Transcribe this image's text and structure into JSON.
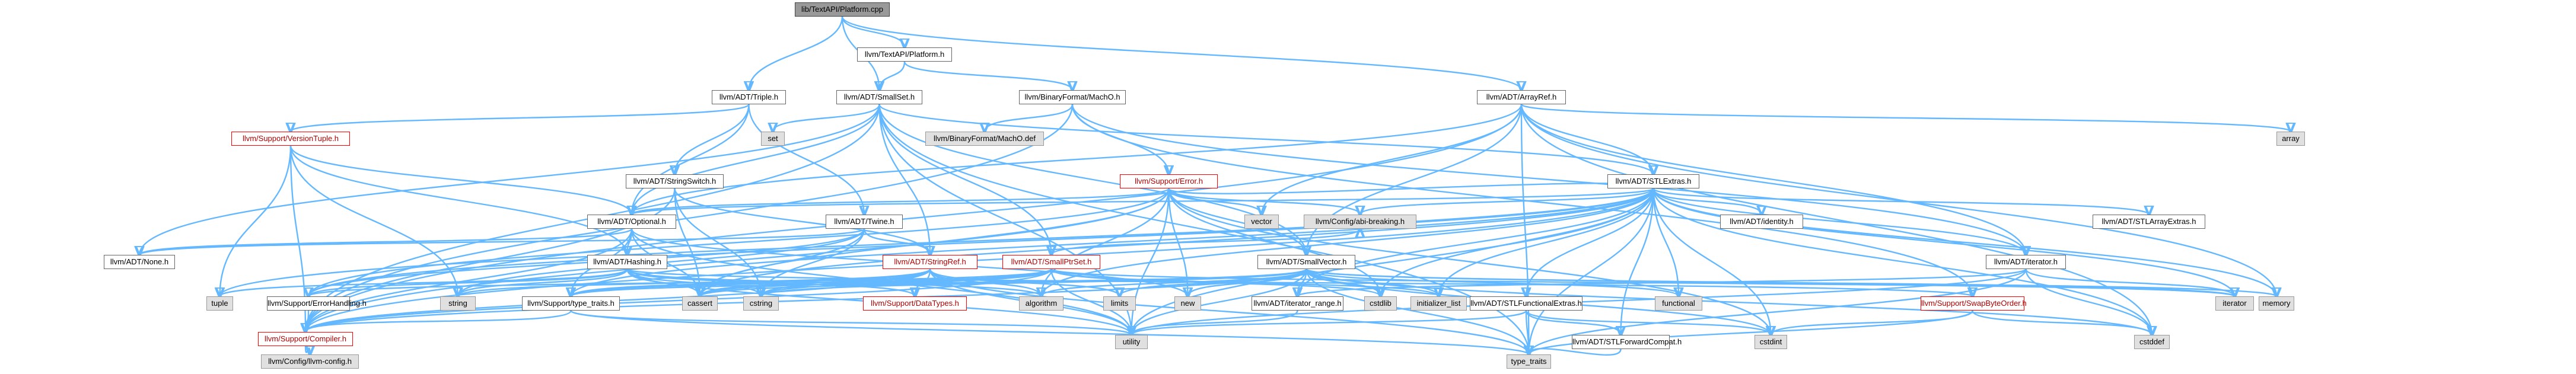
{
  "colors": {
    "edge": "#63b8ff",
    "cycle_edge": "#b22222",
    "external_node": "#e0e0e0",
    "root_node": "#999999",
    "error_node_border": "#ff0000"
  },
  "nodes": [
    {
      "id": "n0",
      "label": "lib/TextAPI/Platform.cpp",
      "kind": "root"
    },
    {
      "id": "n1",
      "label": "llvm/TextAPI/Platform.h",
      "kind": "local"
    },
    {
      "id": "n2",
      "label": "llvm/ADT/Triple.h",
      "kind": "local"
    },
    {
      "id": "n3",
      "label": "llvm/ADT/SmallSet.h",
      "kind": "local"
    },
    {
      "id": "n4",
      "label": "llvm/BinaryFormat/MachO.h",
      "kind": "local"
    },
    {
      "id": "n5",
      "label": "llvm/ADT/ArrayRef.h",
      "kind": "local"
    },
    {
      "id": "n6",
      "label": "llvm/Support/VersionTuple.h",
      "kind": "error"
    },
    {
      "id": "n7",
      "label": "set",
      "kind": "external"
    },
    {
      "id": "n8",
      "label": "llvm/BinaryFormat/MachO.def",
      "kind": "external"
    },
    {
      "id": "n9",
      "label": "llvm/ADT/StringSwitch.h",
      "kind": "local"
    },
    {
      "id": "n10",
      "label": "llvm/Support/Error.h",
      "kind": "error"
    },
    {
      "id": "n11",
      "label": "llvm/ADT/STLExtras.h",
      "kind": "local"
    },
    {
      "id": "n12",
      "label": "array",
      "kind": "external"
    },
    {
      "id": "n13",
      "label": "llvm/ADT/Optional.h",
      "kind": "local"
    },
    {
      "id": "n14",
      "label": "llvm/ADT/Twine.h",
      "kind": "local"
    },
    {
      "id": "n15",
      "label": "vector",
      "kind": "external"
    },
    {
      "id": "n16",
      "label": "llvm/Config/abi-breaking.h",
      "kind": "external"
    },
    {
      "id": "n17",
      "label": "llvm/ADT/identity.h",
      "kind": "local"
    },
    {
      "id": "n18",
      "label": "llvm/ADT/STLArrayExtras.h",
      "kind": "local"
    },
    {
      "id": "n19",
      "label": "llvm/ADT/None.h",
      "kind": "local"
    },
    {
      "id": "n20",
      "label": "llvm/ADT/Hashing.h",
      "kind": "local"
    },
    {
      "id": "n21",
      "label": "llvm/ADT/StringRef.h",
      "kind": "error"
    },
    {
      "id": "n22",
      "label": "llvm/ADT/SmallPtrSet.h",
      "kind": "error"
    },
    {
      "id": "n23",
      "label": "llvm/ADT/SmallVector.h",
      "kind": "local"
    },
    {
      "id": "n24",
      "label": "llvm/ADT/iterator.h",
      "kind": "local"
    },
    {
      "id": "n25",
      "label": "tuple",
      "kind": "external"
    },
    {
      "id": "n26",
      "label": "string",
      "kind": "external"
    },
    {
      "id": "n27",
      "label": "llvm/Support/type_traits.h",
      "kind": "local"
    },
    {
      "id": "n28",
      "label": "cassert",
      "kind": "external"
    },
    {
      "id": "n29",
      "label": "cstring",
      "kind": "external"
    },
    {
      "id": "n30",
      "label": "llvm/Support/DataTypes.h",
      "kind": "error"
    },
    {
      "id": "n31",
      "label": "algorithm",
      "kind": "external"
    },
    {
      "id": "n32",
      "label": "limits",
      "kind": "external"
    },
    {
      "id": "n33",
      "label": "new",
      "kind": "external"
    },
    {
      "id": "n34",
      "label": "llvm/ADT/iterator_range.h",
      "kind": "local"
    },
    {
      "id": "n35",
      "label": "cstdlib",
      "kind": "external"
    },
    {
      "id": "n36",
      "label": "initializer_list",
      "kind": "external"
    },
    {
      "id": "n37",
      "label": "llvm/ADT/STLFunctionalExtras.h",
      "kind": "local"
    },
    {
      "id": "n38",
      "label": "functional",
      "kind": "external"
    },
    {
      "id": "n39",
      "label": "llvm/Support/SwapByteOrder.h",
      "kind": "error"
    },
    {
      "id": "n40",
      "label": "iterator",
      "kind": "external"
    },
    {
      "id": "n41",
      "label": "memory",
      "kind": "external"
    },
    {
      "id": "n42",
      "label": "llvm/Support/ErrorHandling.h",
      "kind": "local"
    },
    {
      "id": "n43",
      "label": "llvm/Support/Compiler.h",
      "kind": "error"
    },
    {
      "id": "n44",
      "label": "utility",
      "kind": "external"
    },
    {
      "id": "n45",
      "label": "llvm/ADT/STLForwardCompat.h",
      "kind": "local"
    },
    {
      "id": "n46",
      "label": "cstdint",
      "kind": "external"
    },
    {
      "id": "n47",
      "label": "cstddef",
      "kind": "external"
    },
    {
      "id": "n48",
      "label": "llvm/Config/llvm-config.h",
      "kind": "external"
    },
    {
      "id": "n49",
      "label": "type_traits",
      "kind": "external"
    }
  ],
  "edges": [
    [
      "n0",
      "n1"
    ],
    [
      "n0",
      "n2"
    ],
    [
      "n0",
      "n3"
    ],
    [
      "n0",
      "n5"
    ],
    [
      "n1",
      "n3"
    ],
    [
      "n1",
      "n4"
    ],
    [
      "n2",
      "n6"
    ],
    [
      "n2",
      "n13"
    ],
    [
      "n2",
      "n14"
    ],
    [
      "n2",
      "n9"
    ],
    [
      "n3",
      "n7"
    ],
    [
      "n3",
      "n11"
    ],
    [
      "n3",
      "n13"
    ],
    [
      "n3",
      "n22"
    ],
    [
      "n3",
      "n23"
    ],
    [
      "n3",
      "n19"
    ],
    [
      "n3",
      "n43"
    ],
    [
      "n3",
      "n49"
    ],
    [
      "n3",
      "n44"
    ],
    [
      "n3",
      "n21"
    ],
    [
      "n4",
      "n8"
    ],
    [
      "n4",
      "n10"
    ],
    [
      "n4",
      "n24"
    ],
    [
      "n4",
      "n39"
    ],
    [
      "n4",
      "n43"
    ],
    [
      "n5",
      "n11"
    ],
    [
      "n5",
      "n23"
    ],
    [
      "n5",
      "n13"
    ],
    [
      "n5",
      "n43"
    ],
    [
      "n5",
      "n12"
    ],
    [
      "n5",
      "n15"
    ],
    [
      "n5",
      "n24"
    ],
    [
      "n5",
      "n41"
    ],
    [
      "n5",
      "n47"
    ],
    [
      "n5",
      "n49"
    ],
    [
      "n6",
      "n20"
    ],
    [
      "n6",
      "n13"
    ],
    [
      "n6",
      "n25"
    ],
    [
      "n6",
      "n26"
    ],
    [
      "n6",
      "n43"
    ],
    [
      "n9",
      "n21"
    ],
    [
      "n9",
      "n28"
    ],
    [
      "n9",
      "n29"
    ],
    [
      "n9",
      "n43"
    ],
    [
      "n10",
      "n16"
    ],
    [
      "n10",
      "n11"
    ],
    [
      "n10",
      "n23"
    ],
    [
      "n10",
      "n42"
    ],
    [
      "n10",
      "n43"
    ],
    [
      "n10",
      "n15"
    ],
    [
      "n10",
      "n31"
    ],
    [
      "n10",
      "n46"
    ],
    [
      "n10",
      "n28"
    ],
    [
      "n10",
      "n33"
    ],
    [
      "n10",
      "n44"
    ],
    [
      "n10",
      "n13"
    ],
    [
      "n10",
      "n35"
    ],
    [
      "n11",
      "n17"
    ],
    [
      "n11",
      "n18"
    ],
    [
      "n11",
      "n24"
    ],
    [
      "n11",
      "n34"
    ],
    [
      "n11",
      "n37"
    ],
    [
      "n11",
      "n45"
    ],
    [
      "n11",
      "n31"
    ],
    [
      "n11",
      "n28"
    ],
    [
      "n11",
      "n35"
    ],
    [
      "n11",
      "n36"
    ],
    [
      "n11",
      "n38"
    ],
    [
      "n11",
      "n40"
    ],
    [
      "n11",
      "n41"
    ],
    [
      "n11",
      "n47"
    ],
    [
      "n11",
      "n46"
    ],
    [
      "n11",
      "n44"
    ],
    [
      "n11",
      "n49"
    ],
    [
      "n11",
      "n25"
    ],
    [
      "n11",
      "n16"
    ],
    [
      "n11",
      "n13"
    ],
    [
      "n11",
      "n27"
    ],
    [
      "n11",
      "n42"
    ],
    [
      "n11",
      "n43"
    ],
    [
      "n13",
      "n19"
    ],
    [
      "n13",
      "n20"
    ],
    [
      "n13",
      "n27"
    ],
    [
      "n13",
      "n28"
    ],
    [
      "n13",
      "n33"
    ],
    [
      "n13",
      "n44"
    ],
    [
      "n13",
      "n43"
    ],
    [
      "n14",
      "n21"
    ],
    [
      "n14",
      "n42"
    ],
    [
      "n14",
      "n28"
    ],
    [
      "n14",
      "n29"
    ],
    [
      "n14",
      "n26"
    ],
    [
      "n14",
      "n19"
    ],
    [
      "n20",
      "n30"
    ],
    [
      "n20",
      "n39"
    ],
    [
      "n20",
      "n31"
    ],
    [
      "n20",
      "n28"
    ],
    [
      "n20",
      "n29"
    ],
    [
      "n20",
      "n26"
    ],
    [
      "n20",
      "n25"
    ],
    [
      "n20",
      "n44"
    ],
    [
      "n20",
      "n42"
    ],
    [
      "n21",
      "n30"
    ],
    [
      "n21",
      "n31"
    ],
    [
      "n21",
      "n28"
    ],
    [
      "n21",
      "n29"
    ],
    [
      "n21",
      "n32"
    ],
    [
      "n21",
      "n26"
    ],
    [
      "n21",
      "n44"
    ],
    [
      "n21",
      "n27"
    ],
    [
      "n21",
      "n43"
    ],
    [
      "n21",
      "n49"
    ],
    [
      "n22",
      "n16"
    ],
    [
      "n22",
      "n42"
    ],
    [
      "n22",
      "n27"
    ],
    [
      "n22",
      "n43"
    ],
    [
      "n22",
      "n28"
    ],
    [
      "n22",
      "n35"
    ],
    [
      "n22",
      "n29"
    ],
    [
      "n22",
      "n36"
    ],
    [
      "n22",
      "n40"
    ],
    [
      "n22",
      "n44"
    ],
    [
      "n23",
      "n31"
    ],
    [
      "n23",
      "n28"
    ],
    [
      "n23",
      "n47"
    ],
    [
      "n23",
      "n35"
    ],
    [
      "n23",
      "n29"
    ],
    [
      "n23",
      "n38"
    ],
    [
      "n23",
      "n36"
    ],
    [
      "n23",
      "n40"
    ],
    [
      "n23",
      "n32"
    ],
    [
      "n23",
      "n41"
    ],
    [
      "n23",
      "n33"
    ],
    [
      "n23",
      "n44"
    ],
    [
      "n23",
      "n49"
    ],
    [
      "n23",
      "n46"
    ],
    [
      "n23",
      "n27"
    ],
    [
      "n23",
      "n43"
    ],
    [
      "n23",
      "n34"
    ],
    [
      "n24",
      "n34"
    ],
    [
      "n24",
      "n47"
    ],
    [
      "n24",
      "n40"
    ],
    [
      "n24",
      "n44"
    ],
    [
      "n24",
      "n49"
    ],
    [
      "n27",
      "n43"
    ],
    [
      "n27",
      "n44"
    ],
    [
      "n27",
      "n49"
    ],
    [
      "n34",
      "n44"
    ],
    [
      "n37",
      "n45"
    ],
    [
      "n37",
      "n46"
    ],
    [
      "n37",
      "n44"
    ],
    [
      "n37",
      "n49"
    ],
    [
      "n39",
      "n47"
    ],
    [
      "n39",
      "n46"
    ],
    [
      "n39",
      "n49"
    ],
    [
      "n42",
      "n43"
    ],
    [
      "n43",
      "n48"
    ],
    [
      "n45",
      "n49"
    ]
  ]
}
